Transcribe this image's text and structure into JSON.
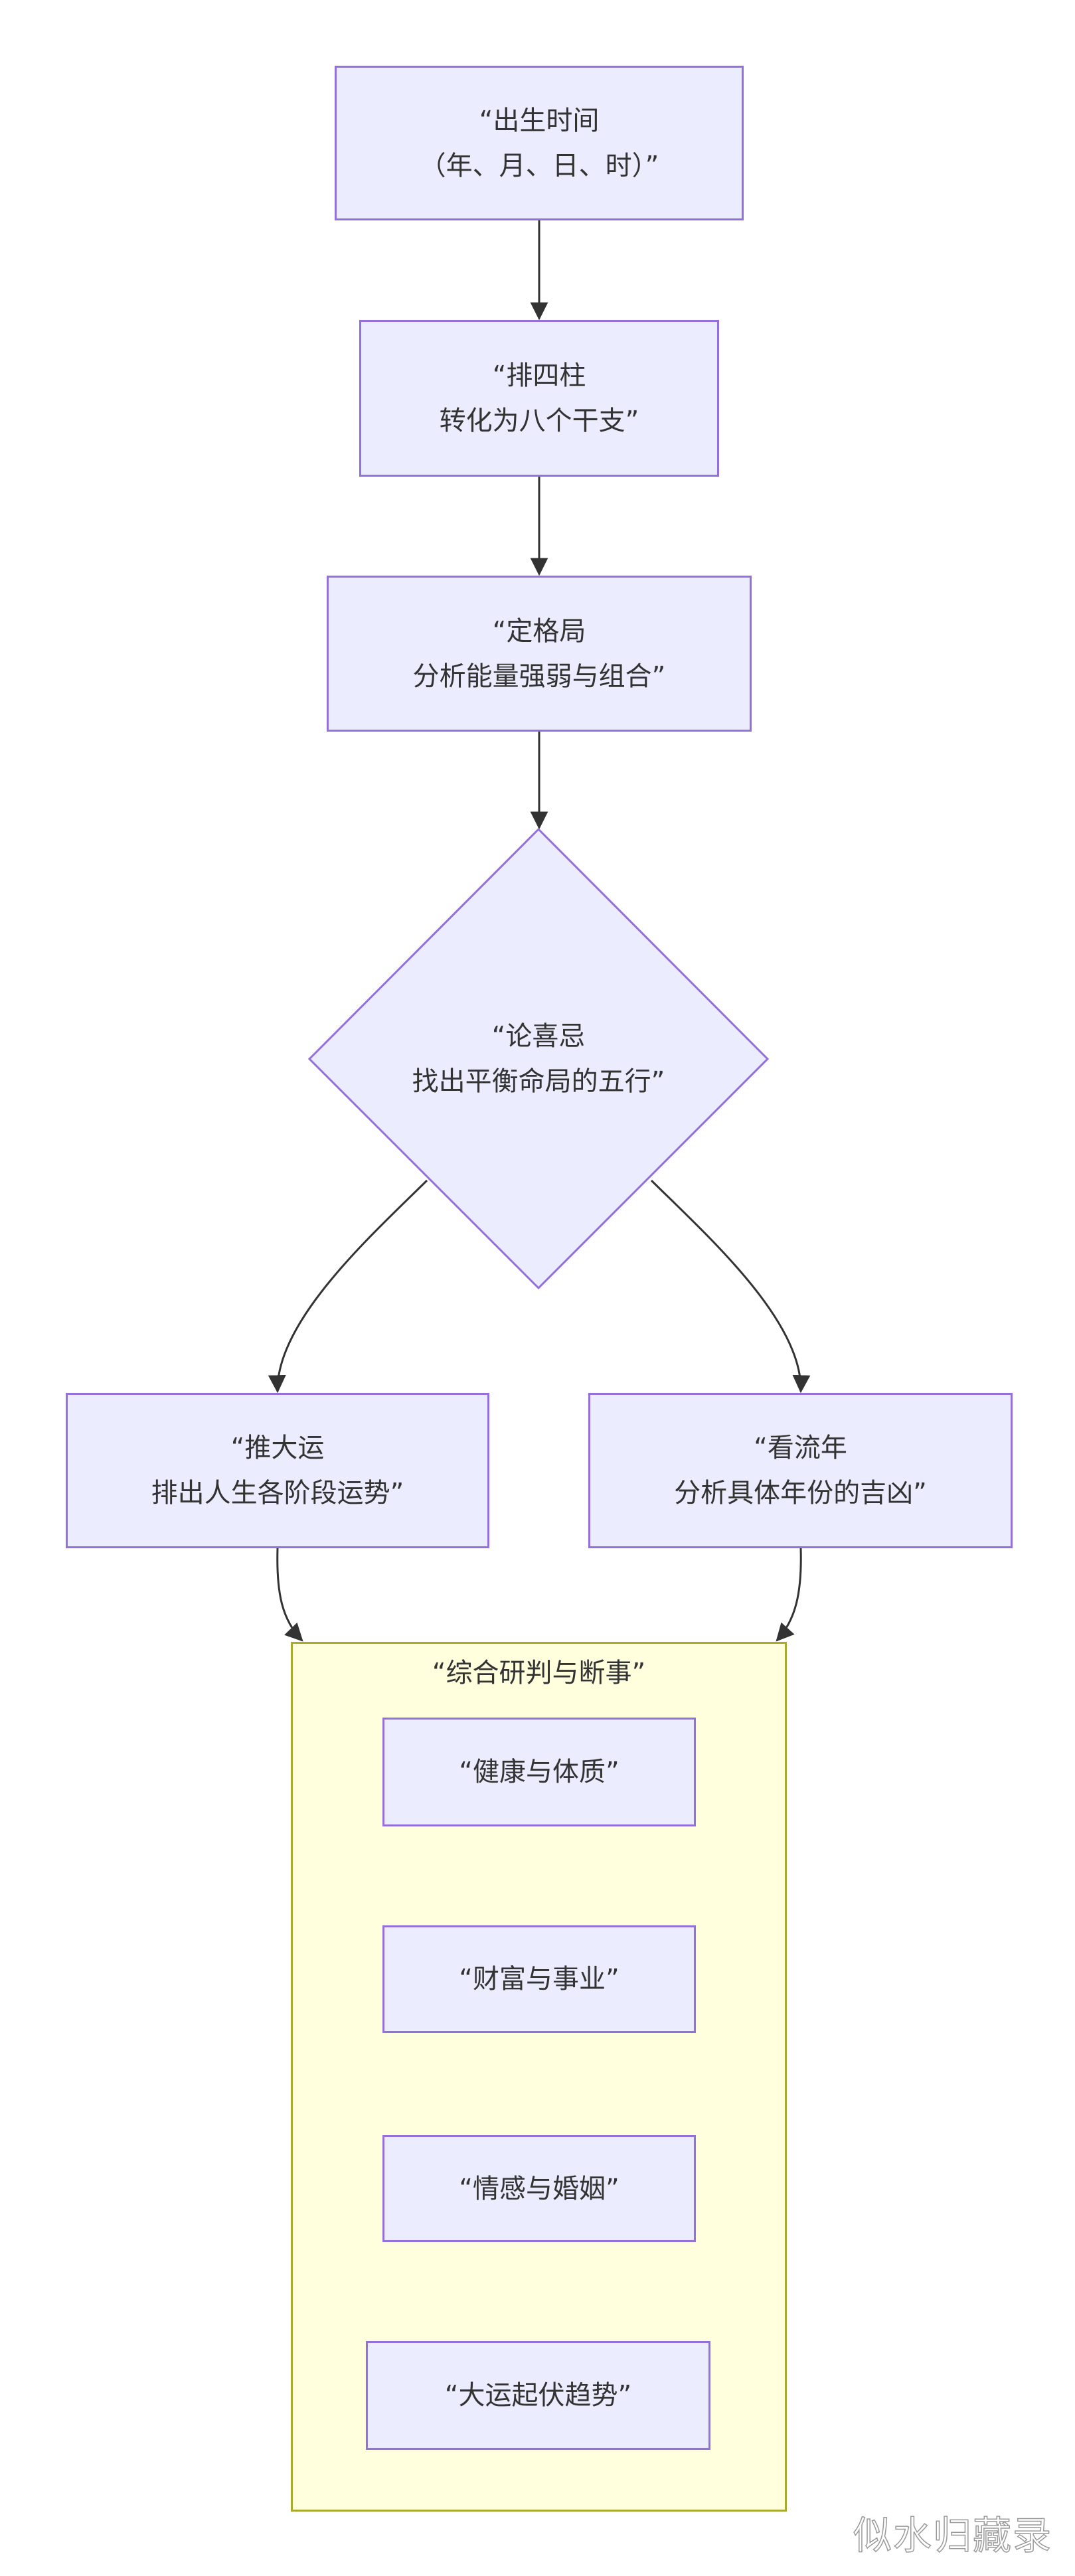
{
  "diagram": {
    "type": "flowchart",
    "direction": "top-down",
    "colors": {
      "node_fill": "#ececff",
      "node_border": "#9370db",
      "group_fill": "#ffffde",
      "group_border": "#aaaa33",
      "edge": "#333333",
      "text": "#333333"
    },
    "nodes": {
      "birth_time": {
        "label": "“出生时间\n（年、月、日、时）”",
        "shape": "rect"
      },
      "four_pillars": {
        "label": "“排四柱\n转化为八个干支”",
        "shape": "rect"
      },
      "pattern": {
        "label": "“定格局\n分析能量强弱与组合”",
        "shape": "rect"
      },
      "favorable": {
        "label": "“论喜忌\n找出平衡命局的五行”",
        "shape": "diamond"
      },
      "major_luck": {
        "label": "“推大运\n排出人生各阶段运势”",
        "shape": "rect"
      },
      "annual_luck": {
        "label": "“看流年\n分析具体年份的吉凶”",
        "shape": "rect"
      },
      "health": {
        "label": "“健康与体质”",
        "shape": "rect"
      },
      "wealth": {
        "label": "“财富与事业”",
        "shape": "rect"
      },
      "emotion": {
        "label": "“情感与婚姻”",
        "shape": "rect"
      },
      "trend": {
        "label": "“大运起伏趋势”",
        "shape": "rect"
      }
    },
    "group": {
      "title": "“综合研判与断事”",
      "members": [
        "health",
        "wealth",
        "emotion",
        "trend"
      ]
    },
    "edges": [
      {
        "from": "birth_time",
        "to": "four_pillars"
      },
      {
        "from": "four_pillars",
        "to": "pattern"
      },
      {
        "from": "pattern",
        "to": "favorable"
      },
      {
        "from": "favorable",
        "to": "major_luck"
      },
      {
        "from": "favorable",
        "to": "annual_luck"
      },
      {
        "from": "major_luck",
        "to": "group"
      },
      {
        "from": "annual_luck",
        "to": "group"
      }
    ]
  },
  "watermark": "似水归藏录"
}
